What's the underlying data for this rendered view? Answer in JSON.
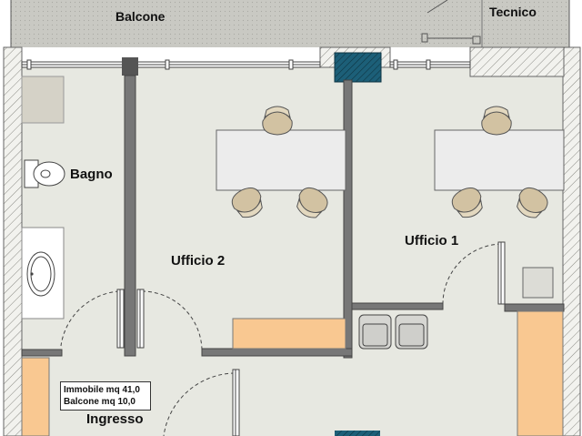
{
  "rooms": {
    "balcone": "Balcone",
    "tecnico": "Tecnico",
    "bagno": "Bagno",
    "ufficio_2": "Ufficio 2",
    "ufficio_1": "Ufficio 1",
    "ingresso": "Ingresso"
  },
  "area_summary": {
    "immobile": "Immobile mq 41,0",
    "balcone": "Balcone  mq 10,0"
  },
  "colors": {
    "floor": "#e7e8e1",
    "balcony": "#c8c8c2",
    "hatch_wall": "#7a7a74",
    "window_blue": "#1c5f78",
    "cabinet_orange": "#f9c891",
    "desk": "#ececec",
    "chair": "#d2c2a2"
  }
}
